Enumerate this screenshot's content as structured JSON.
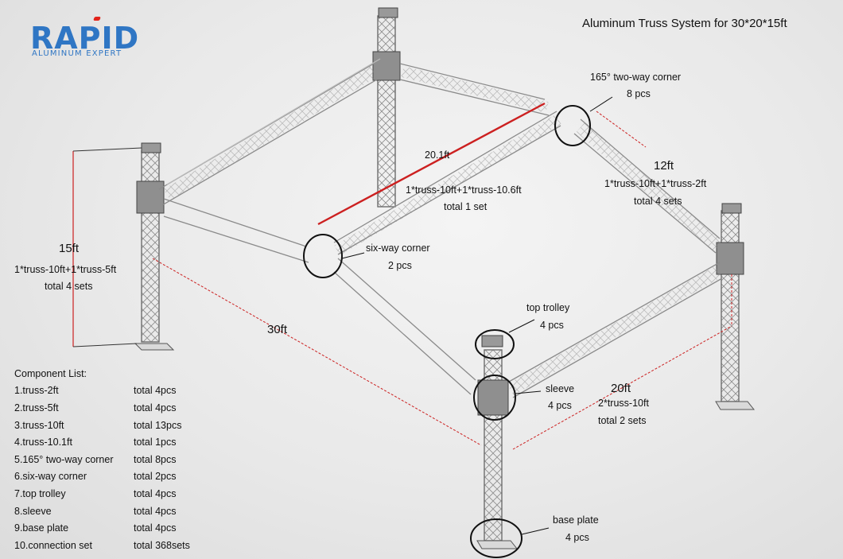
{
  "logo": {
    "main": "RAPID",
    "sub": "ALUMINUM EXPERT"
  },
  "title": "Aluminum Truss System for 30*20*15ft",
  "labels": {
    "corner165_name": "165°  two-way corner",
    "corner165_qty": "8 pcs",
    "dim_12ft": "12ft",
    "dim_12ft_spec": "1*truss-10ft+1*truss-2ft",
    "dim_12ft_total": "total 4 sets",
    "dim_20_1ft": "20.1ft",
    "dim_20_1ft_spec": "1*truss-10ft+1*truss-10.6ft",
    "dim_20_1ft_total": "total 1 set",
    "dim_15ft": "15ft",
    "dim_15ft_spec": "1*truss-10ft+1*truss-5ft",
    "dim_15ft_total": "total 4 sets",
    "sixway_name": "six-way corner",
    "sixway_qty": "2 pcs",
    "dim_30ft": "30ft",
    "trolley_name": "top trolley",
    "trolley_qty": "4 pcs",
    "sleeve_name": "sleeve",
    "sleeve_qty": "4 pcs",
    "dim_20ft": "20ft",
    "dim_20ft_spec": "2*truss-10ft",
    "dim_20ft_total": "total 2 sets",
    "base_name": "base plate",
    "base_qty": "4 pcs"
  },
  "component_list": {
    "heading": "Component List:",
    "items": [
      {
        "name": "1.truss-2ft",
        "total": "total  4pcs"
      },
      {
        "name": "2.truss-5ft",
        "total": "total  4pcs"
      },
      {
        "name": "3.truss-10ft",
        "total": "total  13pcs"
      },
      {
        "name": "4.truss-10.1ft",
        "total": "total  1pcs"
      },
      {
        "name": "5.165°  two-way corner",
        "total": "total  8pcs"
      },
      {
        "name": "6.six-way corner",
        "total": "total  2pcs"
      },
      {
        "name": "7.top trolley",
        "total": "total  4pcs"
      },
      {
        "name": "8.sleeve",
        "total": "total  4pcs"
      },
      {
        "name": "9.base plate",
        "total": "total  4pcs"
      },
      {
        "name": "10.connection set",
        "total": "total  368sets"
      }
    ]
  },
  "colors": {
    "logo": "#2f76c4",
    "accent_red": "#e2231a",
    "dimension_line": "#cc2020",
    "truss": "#9a9a9a"
  }
}
